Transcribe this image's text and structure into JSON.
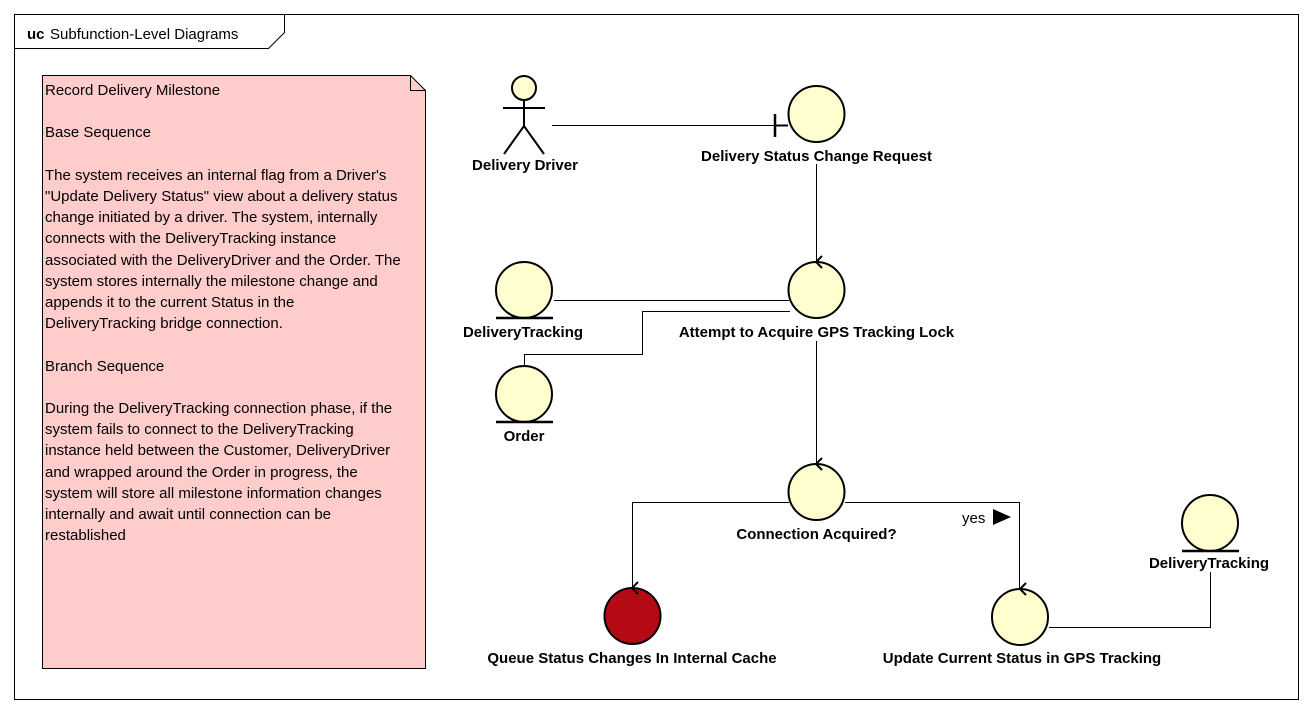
{
  "frame": {
    "keyword": "uc",
    "name": "Subfunction-Level Diagrams"
  },
  "note": {
    "title": "Record Delivery Milestone",
    "base_heading": "Base Sequence",
    "base_text": "The system receives an internal flag from a Driver's \"Update Delivery Status\" view about a delivery status change initiated by a driver. The system, internally connects with the DeliveryTracking instance associated with the DeliveryDriver and the Order. The system stores internally the milestone change and appends it to the current Status in the DeliveryTracking bridge connection.",
    "branch_heading": "Branch Sequence",
    "branch_text": "During the DeliveryTracking connection phase, if the system fails to connect to the DeliveryTracking instance held between the Customer, DeliveryDriver and wrapped around the Order in progress, the system will store all milestone information changes internally and await until connection can be restablished"
  },
  "elements": {
    "actor": "Delivery Driver",
    "boundary": "Delivery Status Change Request",
    "entity_tracking": "DeliveryTracking",
    "entity_order": "Order",
    "control_acquire": "Attempt to Acquire GPS Tracking Lock",
    "control_connection": "Connection Acquired?",
    "control_queue": "Queue Status Changes In Internal Cache",
    "control_update": "Update Current Status in GPS Tracking",
    "entity_tracking_2": "DeliveryTracking"
  },
  "edge_labels": {
    "yes": "yes"
  },
  "colors": {
    "element_fill": "#FEFECE",
    "note_fill": "#FFCCCC",
    "highlight_fill": "#B30A14",
    "stroke": "#000000"
  }
}
